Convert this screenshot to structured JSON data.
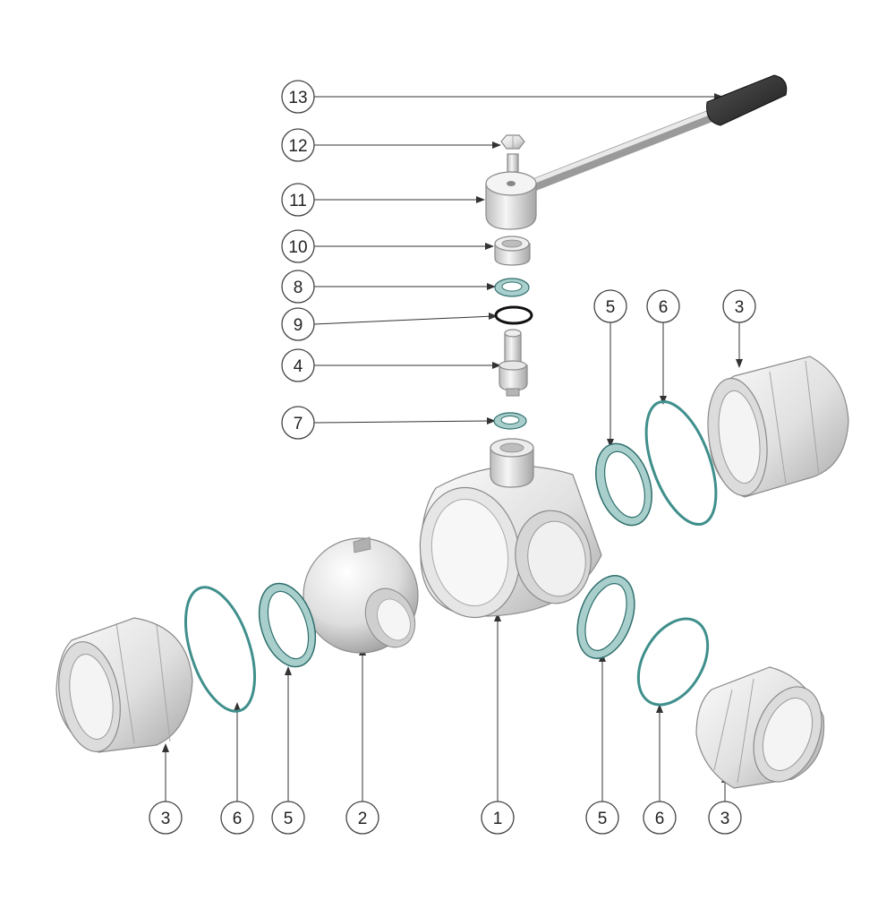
{
  "colors": {
    "background": "#ffffff",
    "seal_fill": "#a9cfcd",
    "seal_stroke": "#2f6f6c",
    "metal_light": "#f2f2f2",
    "metal_mid": "#cfcfcf",
    "metal_dark": "#9a9a9a",
    "grip": "#2b2b2b"
  },
  "callouts": {
    "c13": "13",
    "c12": "12",
    "c11": "11",
    "c10": "10",
    "c8": "8",
    "c9": "9",
    "c4": "4",
    "c7": "7",
    "c5_top": "5",
    "c6_top": "6",
    "c3_top": "3",
    "c3_bl": "3",
    "c6_bl": "6",
    "c5_bl": "5",
    "c2": "2",
    "c1": "1",
    "c5_br": "5",
    "c6_br": "6",
    "c3_br": "3"
  }
}
